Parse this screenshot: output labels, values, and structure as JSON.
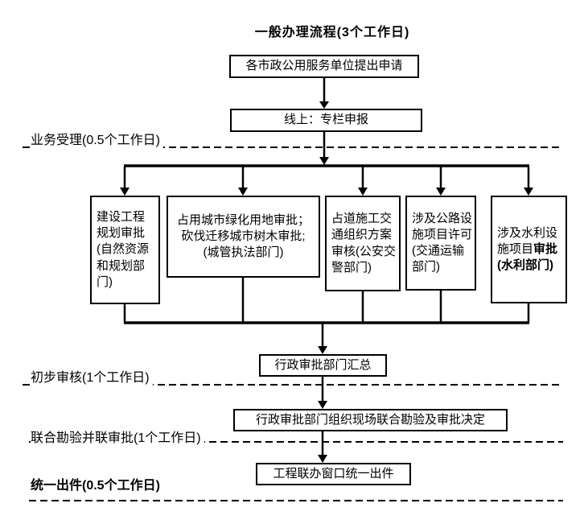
{
  "title": "一般办理流程(3个工作日)",
  "flow": {
    "apply": "各市政公用服务单位提出申请",
    "online": "线上：专栏申报",
    "summary": "行政审批部门汇总",
    "inspection": "行政审批部门组织现场联合勘验及审批决定",
    "output": "工程联办窗口统一出件"
  },
  "branches": [
    {
      "text": "建设工程规划审批(自然资源和规划部门)"
    },
    {
      "text": "占用城市绿化用地审批；\n砍伐迁移城市树木审批;\n(城管执法部门)"
    },
    {
      "text": "占道施工交通组织方案审核(公安交警部门)"
    },
    {
      "text": "涉及公路设施项目许可(交通运输部门)"
    },
    {
      "text": "涉及水利设施项目",
      "bold_text": "审批(水利部门)"
    }
  ],
  "stages": [
    {
      "label": "业务受理(0.5个工作日)"
    },
    {
      "label": "初步审核(1个工作日)"
    },
    {
      "label": "联合勘验并联审批(1个工作日)"
    },
    {
      "label": "统一出件(0.5个工作日)"
    }
  ]
}
